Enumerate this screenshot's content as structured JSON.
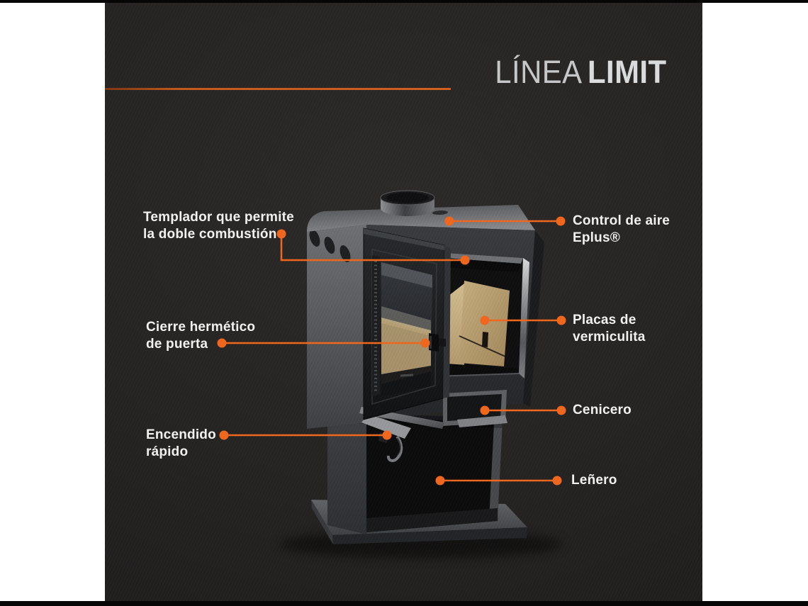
{
  "header": {
    "title_light": "LÍNEA",
    "title_bold": "LIMIT"
  },
  "callouts": {
    "left": [
      {
        "id": "templador",
        "label": "Templador que permite\nla doble combustión"
      },
      {
        "id": "cierre",
        "label": "Cierre hermético\nde puerta"
      },
      {
        "id": "encendido",
        "label": "Encendido\nrápido"
      }
    ],
    "right": [
      {
        "id": "control",
        "label": "Control de aire\nEplus®"
      },
      {
        "id": "placas",
        "label": "Placas de\nvermiculita"
      },
      {
        "id": "cenicero",
        "label": "Cenicero"
      },
      {
        "id": "lenero",
        "label": "Leñero"
      }
    ]
  },
  "colors": {
    "accent": "#F2671C",
    "title_rule": "#C35A1D",
    "label_text": "#F2F1EF",
    "title_light": "#C6C7C8",
    "title_bold": "#DADBDC",
    "stage_background": "#252322",
    "page_background": "#FFFFFF"
  },
  "illustration": {
    "subject": "wood-stove-linea-limit-open-door-feature-diagram"
  }
}
